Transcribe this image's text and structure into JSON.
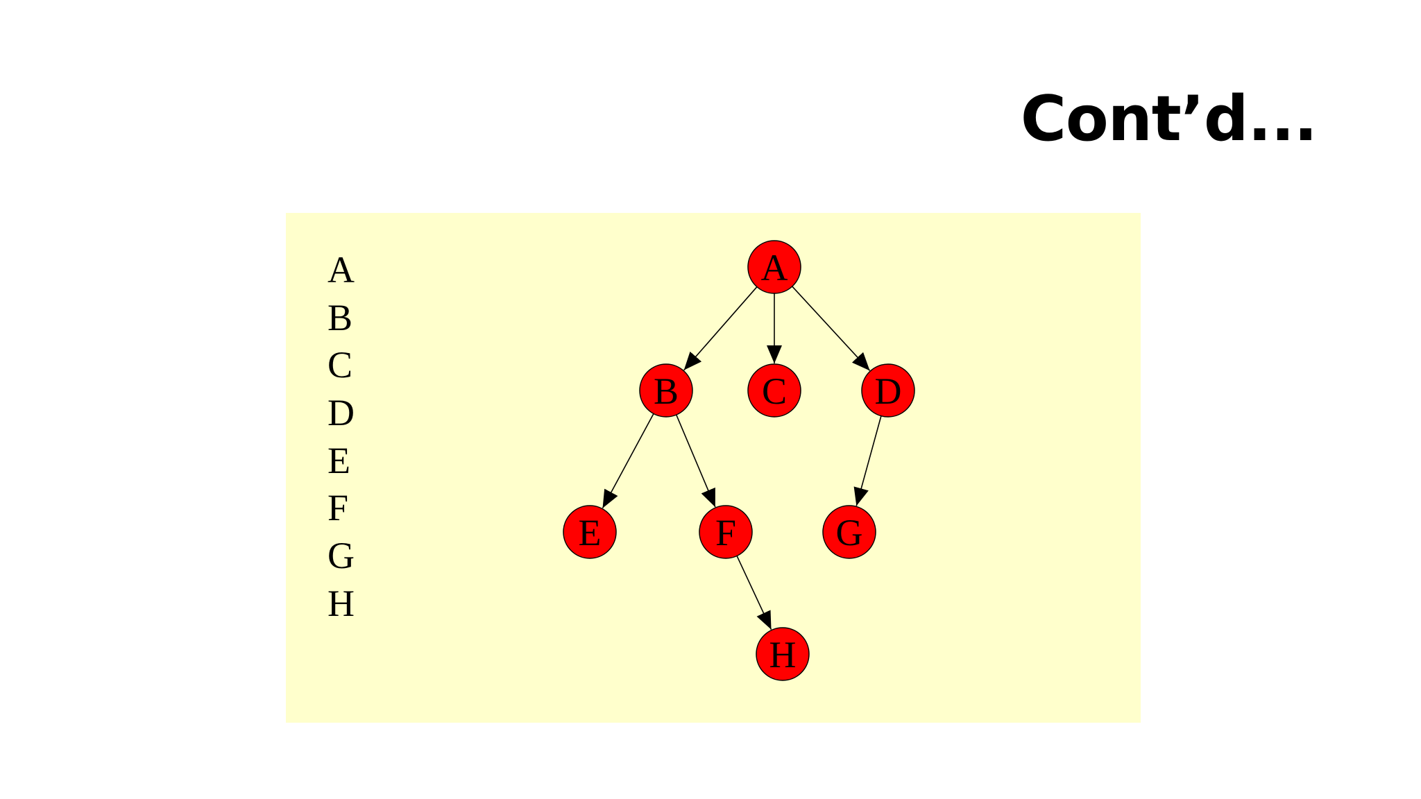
{
  "slide": {
    "title": "Cont’d..."
  },
  "colors": {
    "panel_background": "#ffffcc",
    "node_fill": "#ff0000",
    "node_stroke": "#000000",
    "edge": "#000000"
  },
  "traversal_order": [
    "A",
    "B",
    "C",
    "D",
    "E",
    "F",
    "G",
    "H"
  ],
  "tree": {
    "nodes": [
      {
        "id": "A",
        "label": "A"
      },
      {
        "id": "B",
        "label": "B"
      },
      {
        "id": "C",
        "label": "C"
      },
      {
        "id": "D",
        "label": "D"
      },
      {
        "id": "E",
        "label": "E"
      },
      {
        "id": "F",
        "label": "F"
      },
      {
        "id": "G",
        "label": "G"
      },
      {
        "id": "H",
        "label": "H"
      }
    ],
    "edges": [
      {
        "from": "A",
        "to": "B"
      },
      {
        "from": "A",
        "to": "C"
      },
      {
        "from": "A",
        "to": "D"
      },
      {
        "from": "B",
        "to": "E"
      },
      {
        "from": "B",
        "to": "F"
      },
      {
        "from": "D",
        "to": "G"
      },
      {
        "from": "F",
        "to": "H"
      }
    ]
  }
}
